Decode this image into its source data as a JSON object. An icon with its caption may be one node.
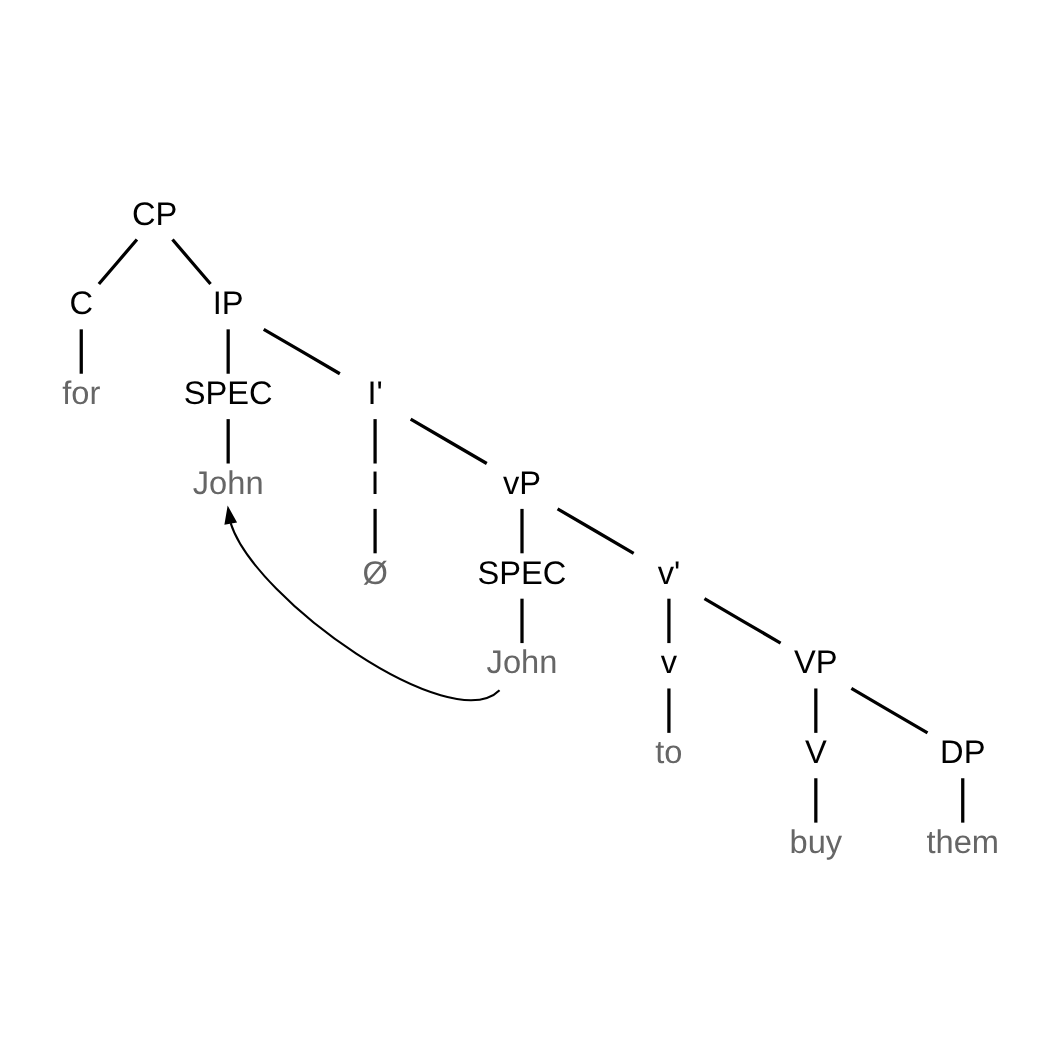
{
  "diagram": {
    "nodes": [
      {
        "text": [
          "CP"
        ]
      },
      {
        "text": [
          "C"
        ]
      },
      {
        "text": [
          "IP"
        ]
      },
      {
        "text": [
          "for"
        ]
      },
      {
        "text": [
          "SPEC"
        ]
      },
      {
        "text": [
          "I'"
        ]
      },
      {
        "text": [
          "John"
        ]
      },
      {
        "text": [
          "I"
        ]
      },
      {
        "text": [
          "vP"
        ]
      },
      {
        "text": [
          "Ø"
        ]
      },
      {
        "text": [
          "SPEC"
        ]
      },
      {
        "text": [
          "v'"
        ]
      },
      {
        "text": [
          "John"
        ]
      },
      {
        "text": [
          "v"
        ]
      },
      {
        "text": [
          "VP"
        ]
      },
      {
        "text": [
          "to"
        ]
      },
      {
        "text": [
          "V"
        ]
      },
      {
        "text": [
          "DP"
        ]
      },
      {
        "text": [
          "buy"
        ]
      },
      {
        "text": [
          "them"
        ]
      }
    ],
    "edges": [
      {
        "from": 0,
        "to": 1,
        "arrow": "none"
      },
      {
        "from": 0,
        "to": 2,
        "arrow": "none"
      },
      {
        "from": 1,
        "to": 3,
        "arrow": "none"
      },
      {
        "from": 2,
        "to": 4,
        "arrow": "none"
      },
      {
        "from": 2,
        "to": 5,
        "arrow": "none"
      },
      {
        "from": 4,
        "to": 6,
        "arrow": "none"
      },
      {
        "from": 5,
        "to": 7,
        "arrow": "none"
      },
      {
        "from": 5,
        "to": 8,
        "arrow": "none"
      },
      {
        "from": 7,
        "to": 9,
        "arrow": "none"
      },
      {
        "from": 8,
        "to": 10,
        "arrow": "none"
      },
      {
        "from": 8,
        "to": 11,
        "arrow": "none"
      },
      {
        "from": 10,
        "to": 12,
        "arrow": "none"
      },
      {
        "from": 11,
        "to": 13,
        "arrow": "none"
      },
      {
        "from": 11,
        "to": 14,
        "arrow": "none"
      },
      {
        "from": 13,
        "to": 15,
        "arrow": "none"
      },
      {
        "from": 14,
        "to": 16,
        "arrow": "none"
      },
      {
        "from": 14,
        "to": 17,
        "arrow": "none"
      },
      {
        "from": 16,
        "to": 18,
        "arrow": "none"
      },
      {
        "from": 17,
        "to": 19,
        "arrow": "none"
      },
      {
        "from": 12,
        "to": 6,
        "arrow": "to"
      }
    ]
  }
}
